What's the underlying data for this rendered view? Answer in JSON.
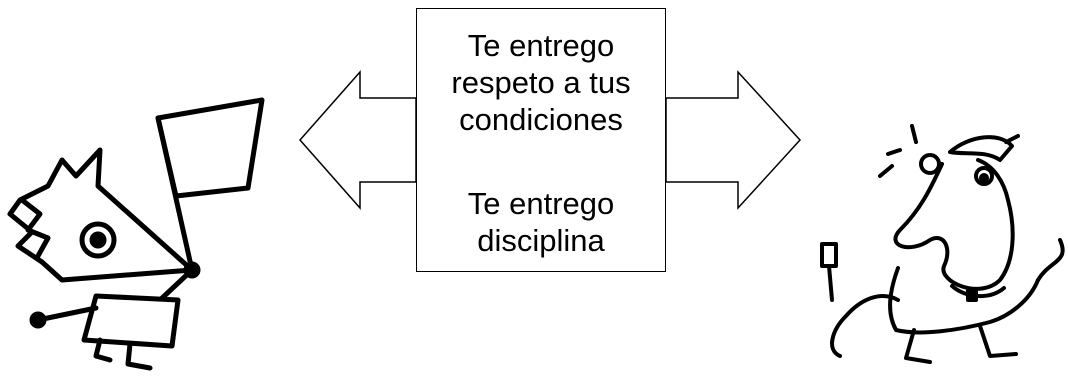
{
  "center_box": {
    "top_text": [
      "Te entrego",
      "respeto a tus",
      "condiciones"
    ],
    "bottom_text": [
      "Te entrego",
      "disciplina"
    ]
  },
  "figures": {
    "left": "flag-waving-cartoon-figure",
    "right": "pointing-cartoon-man"
  },
  "colors": {
    "line": "#000000",
    "background": "#ffffff"
  }
}
